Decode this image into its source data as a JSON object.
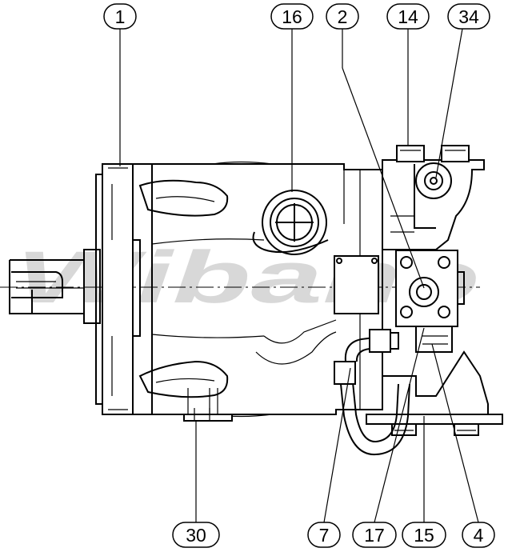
{
  "watermark": "Wibano",
  "callouts": {
    "c1": "1",
    "c16": "16",
    "c2": "2",
    "c14": "14",
    "c34": "34",
    "c30": "30",
    "c7": "7",
    "c17": "17",
    "c15": "15",
    "c4": "4"
  }
}
